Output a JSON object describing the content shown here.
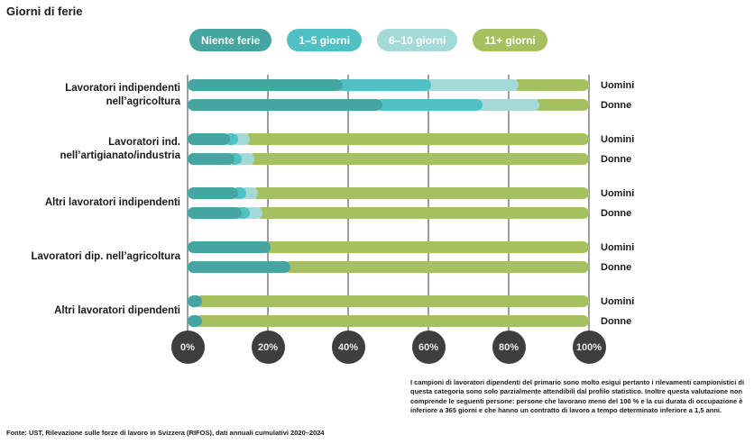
{
  "title": "Giorni di ferie",
  "colors": {
    "niente": "#44a5a1",
    "g1_5": "#4fc0c4",
    "g6_10": "#a3d9d7",
    "g11plus": "#a5c05e",
    "axis_circle": "#3e3e3e",
    "gridline": "#9e9e9e",
    "text": "#1a1a1a"
  },
  "legend": [
    {
      "label": "Niente ferie",
      "color_key": "niente"
    },
    {
      "label": "1–5 giorni",
      "color_key": "g1_5"
    },
    {
      "label": "6–10 giorni",
      "color_key": "g6_10"
    },
    {
      "label": "11+ giorni",
      "color_key": "g11plus"
    }
  ],
  "chart_data": {
    "type": "bar",
    "stacked": true,
    "orientation": "horizontal",
    "unit": "%",
    "xlim": [
      0,
      100
    ],
    "x_ticks": [
      "0%",
      "20%",
      "40%",
      "60%",
      "80%",
      "100%"
    ],
    "series_names": [
      "Niente ferie",
      "1–5 giorni",
      "6–10 giorni",
      "11+ giorni"
    ],
    "groups": [
      {
        "label": "Lavoratori indipendenti\nnell’agricoltura",
        "rows": [
          {
            "gender": "Uomini",
            "values": [
              37,
              22,
              22,
              19
            ]
          },
          {
            "gender": "Donne",
            "values": [
              47,
              25,
              14,
              14
            ]
          }
        ]
      },
      {
        "label": "Lavoratori ind.\nnell’artigianato/industria",
        "rows": [
          {
            "gender": "Uomini",
            "values": [
              9,
              2,
              3,
              86
            ]
          },
          {
            "gender": "Donne",
            "values": [
              10,
              2,
              3,
              85
            ]
          }
        ]
      },
      {
        "label": "Altri lavoratori indipendenti",
        "rows": [
          {
            "gender": "Uomini",
            "values": [
              11,
              2,
              3,
              84
            ]
          },
          {
            "gender": "Donne",
            "values": [
              12,
              2,
              3,
              83
            ]
          }
        ]
      },
      {
        "label": "Lavoratori dip. nell’agricoltura",
        "rows": [
          {
            "gender": "Uomini",
            "values": [
              19,
              0,
              0,
              81
            ]
          },
          {
            "gender": "Donne",
            "values": [
              24,
              0,
              0,
              76
            ]
          }
        ]
      },
      {
        "label": "Altri lavoratori dipendenti",
        "rows": [
          {
            "gender": "Uomini",
            "values": [
              2,
              0,
              0,
              98
            ]
          },
          {
            "gender": "Donne",
            "values": [
              2,
              0,
              0,
              98
            ]
          }
        ]
      }
    ]
  },
  "note": "I campioni di lavoratori dipendenti del primario sono molto esigui pertanto i rilevamenti campionistici di questa categoria sono solo parzialmente attendibili dal profilo statistico. Inoltre questa valutazione non comprende le seguenti persone: persone che lavorano meno del 100 % e la cui durata di occupazione è inferiore a 365 giorni e che hanno un contratto di lavoro a tempo determinato inferiore a 1,5 anni.",
  "footnote": "Fonte: UST, Rilevazione sulle forze di lavoro in Svizzera (RIFOS), dati annuali cumulativi 2020–2024"
}
